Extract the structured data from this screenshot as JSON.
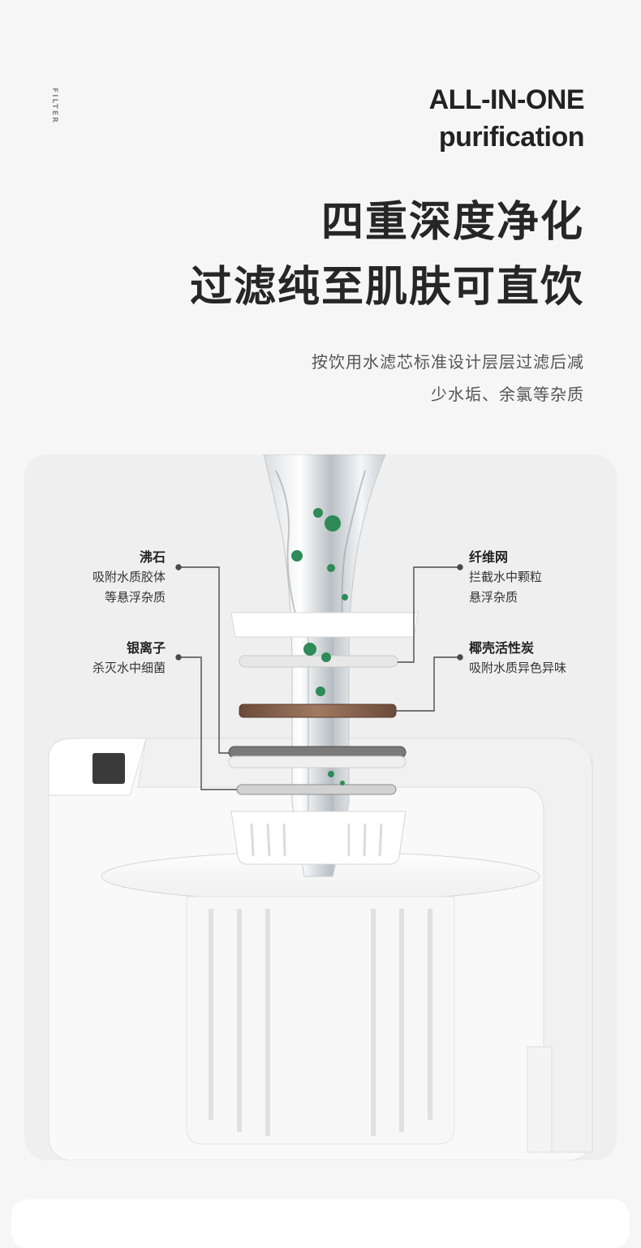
{
  "side_tag": "FILTER",
  "hero": {
    "en_line1": "ALL-IN-ONE",
    "en_line2": "purification",
    "cn_line1": "四重深度净化",
    "cn_line2": "过滤纯至肌肤可直饮"
  },
  "subtitle": {
    "line1": "按饮用水滤芯标准设计层层过滤后减",
    "line2": "少水垢、余氯等杂质"
  },
  "labels": {
    "zeolite": {
      "title": "沸石",
      "desc1": "吸附水质胶体",
      "desc2": "等悬浮杂质"
    },
    "silver": {
      "title": "银离子",
      "desc1": "杀灭水中细菌"
    },
    "fiber": {
      "title": "纤维网",
      "desc1": "拦截水中颗粒",
      "desc2": "悬浮杂质"
    },
    "carbon": {
      "title": "椰壳活性炭",
      "desc1": "吸附水质异色异味"
    }
  },
  "colors": {
    "text_dark": "#222222",
    "text_muted": "#555555",
    "card_bg": "#efefef",
    "microbe_green": "#2e8b57"
  }
}
